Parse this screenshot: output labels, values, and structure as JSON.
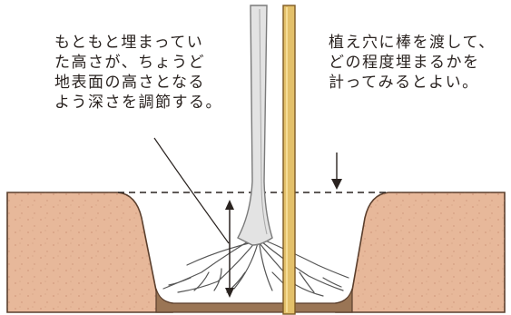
{
  "annotations": {
    "left_note": {
      "lines": [
        "もともと埋まってい",
        "た高さが、ちょうど",
        "地表面の高さとなる",
        "よう深さを調節する。"
      ]
    },
    "right_note": {
      "lines": [
        "植え穴に棒を渡して、",
        "どの程度埋まるかを",
        "計ってみるとよい。"
      ]
    }
  },
  "colors": {
    "soil": "#e7b89a",
    "soil_shadow": "#c98f72",
    "pit_bottom": "#9a7555",
    "trunk": "#e3e3e3",
    "trunk_outline": "#7a7a7a",
    "stake": "#e3c06a",
    "stake_outline": "#7d5a24",
    "ink": "#2a2320"
  }
}
